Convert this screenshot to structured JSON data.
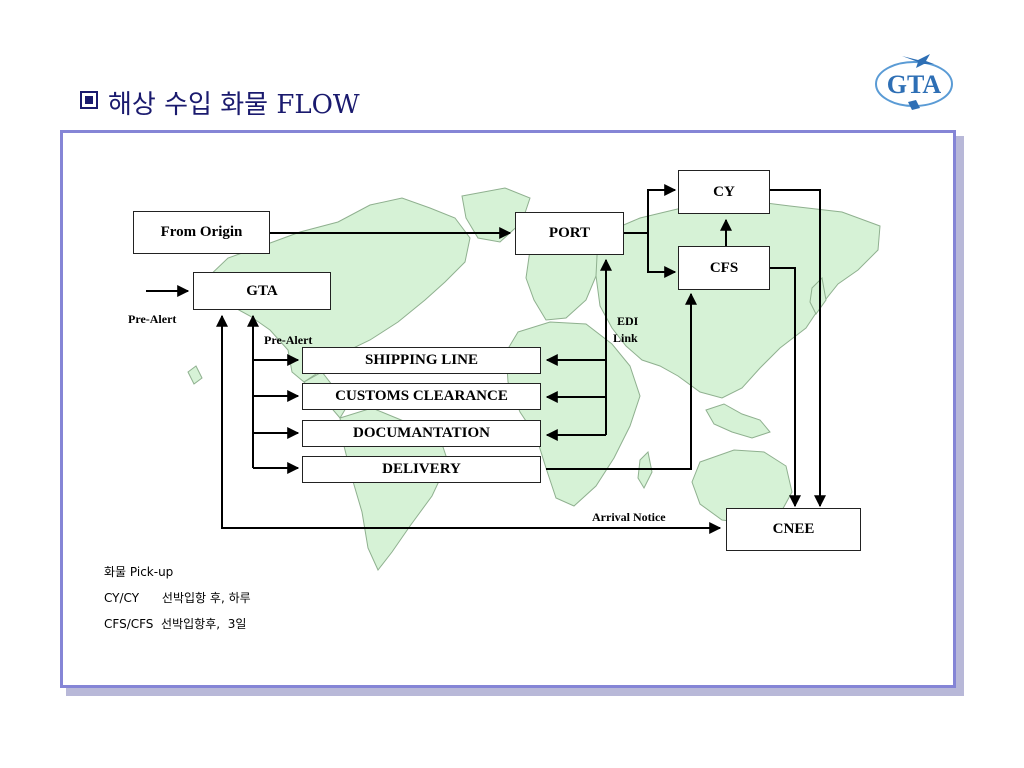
{
  "page": {
    "title": "해상 수입 화물 FLOW",
    "logo_text": "GTA"
  },
  "diagram": {
    "boxes": {
      "from_origin": "From Origin",
      "port": "PORT",
      "cy": "CY",
      "cfs": "CFS",
      "gta": "GTA",
      "shipping_line": "SHIPPING LINE",
      "customs_clearance": "CUSTOMS CLEARANCE",
      "documantation": "DOCUMANTATION",
      "delivery": "DELIVERY",
      "cnee": "CNEE"
    },
    "labels": {
      "pre_alert_left": "Pre-Alert",
      "pre_alert_mid": "Pre-Alert",
      "edi_line1": "EDI",
      "edi_line2": "Link",
      "arrival_notice": "Arrival Notice"
    }
  },
  "notes": {
    "heading": "화물 Pick-up",
    "cy_line": "CY/CY      선박입항 후, 하루",
    "cfs_line": "CFS/CFS  선박입항후,  3일"
  },
  "colors": {
    "map_fill": "#d6f2d6",
    "map_stroke": "#8fb08f",
    "frame_border": "#8585d6",
    "title": "#1a1a6e"
  }
}
